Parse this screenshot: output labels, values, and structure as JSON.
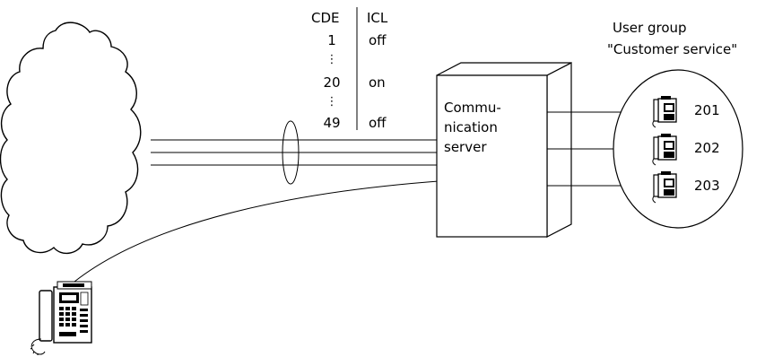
{
  "table": {
    "headers": [
      "CDE",
      "ICL"
    ],
    "rows": [
      {
        "cde": "1",
        "icl": "off"
      },
      {
        "cde": "20",
        "icl": "on"
      },
      {
        "cde": "49",
        "icl": "off"
      }
    ],
    "ellipsis": "⋮"
  },
  "server": {
    "label_lines": [
      "Commu-",
      "nication",
      "server"
    ]
  },
  "user_group": {
    "title_line1": "User group",
    "title_line2": "\"Customer service\"",
    "extensions": [
      "201",
      "202",
      "203"
    ]
  },
  "icons": {
    "network": "cloud-icon",
    "external_caller": "desk-phone-icon",
    "extension_phone": "phone-icon"
  }
}
